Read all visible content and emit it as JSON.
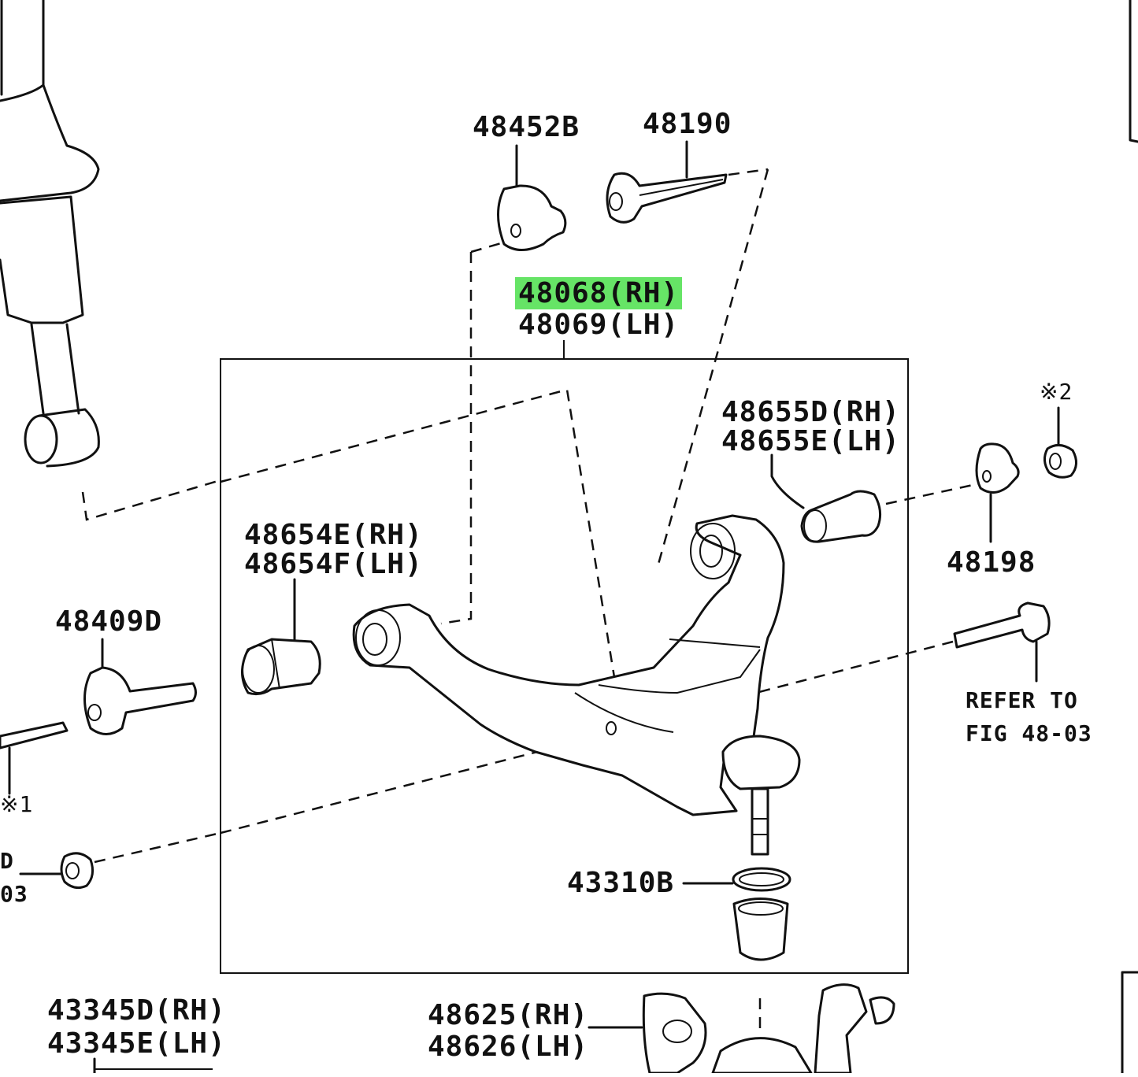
{
  "labels": {
    "p48452b": "48452B",
    "p48190": "48190",
    "p48068": "48068(RH)",
    "p48069": "48069(LH)",
    "p48655d": "48655D(RH)",
    "p48655e": "48655E(LH)",
    "p48654e": "48654E(RH)",
    "p48654f": "48654F(LH)",
    "p48409d": "48409D",
    "p48198": "48198",
    "refer1": "REFER TO",
    "refer2": "FIG 48-03",
    "note2": "※2",
    "note1": "※1",
    "cutD": "D",
    "cut03": "03",
    "p43310b": "43310B",
    "p43345d": "43345D(RH)",
    "p43345e": "43345E(LH)",
    "p48625": "48625(RH)",
    "p48626": "48626(LH)"
  },
  "highlight_color": "#66e466"
}
